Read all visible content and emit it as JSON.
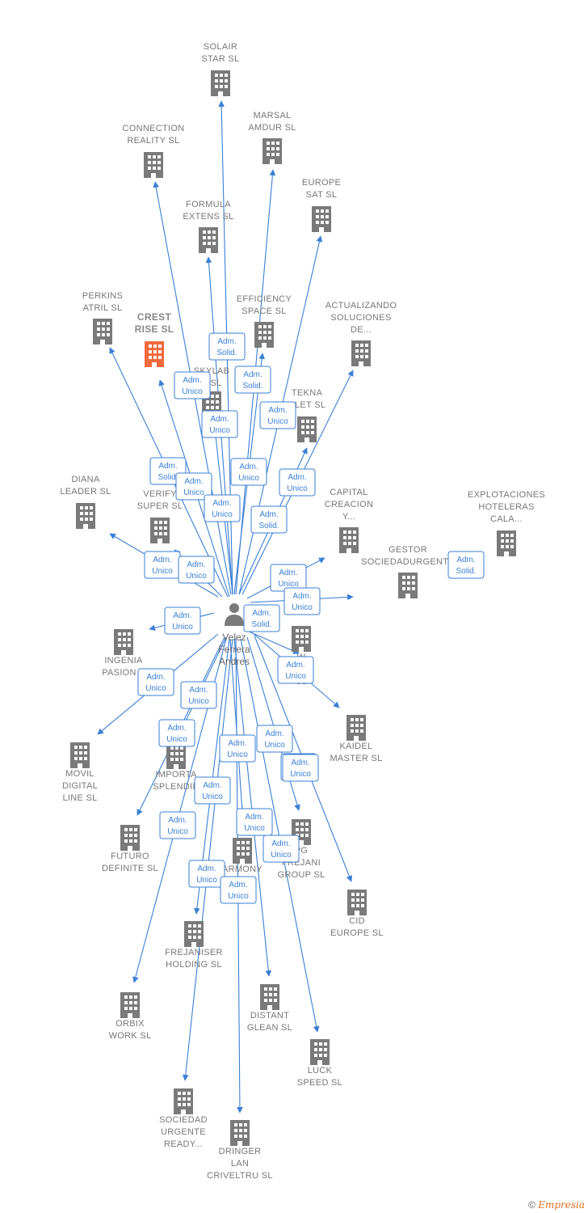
{
  "colors": {
    "edge": "#3a7fd5",
    "building": "#7a7a7a",
    "building_focus": "#f26a3c",
    "person": "#7a7a7a"
  },
  "center": {
    "name_lines": [
      "Velez",
      "Ferrera",
      "Andres"
    ],
    "icon": "person-icon"
  },
  "nodes": [
    {
      "id": "solair",
      "lines": [
        "SOLAIR",
        "STAR  SL"
      ]
    },
    {
      "id": "connection",
      "lines": [
        "CONNECTION",
        "REALITY  SL"
      ]
    },
    {
      "id": "marsal",
      "lines": [
        "MARSAL",
        "AMDUR  SL"
      ]
    },
    {
      "id": "europesat",
      "lines": [
        "EUROPE",
        "SAT  SL"
      ]
    },
    {
      "id": "formula",
      "lines": [
        "FORMULA",
        "EXTENS  SL"
      ]
    },
    {
      "id": "perkins",
      "lines": [
        "PERKINS",
        "ATRIL  SL"
      ]
    },
    {
      "id": "crest",
      "lines": [
        "CREST",
        "RISE  SL"
      ],
      "focus": true
    },
    {
      "id": "efficiency",
      "lines": [
        "EFFICIENCY",
        "SPACE SL"
      ]
    },
    {
      "id": "actualizando",
      "lines": [
        "ACTUALIZANDO",
        "SOLUCIONES",
        "DE..."
      ]
    },
    {
      "id": "skylab",
      "lines": [
        "SKYLAB",
        "E  SL"
      ]
    },
    {
      "id": "tekna",
      "lines": [
        "TEKNA",
        "RLET  SL"
      ]
    },
    {
      "id": "diana",
      "lines": [
        "DIANA",
        "LEADER  SL"
      ]
    },
    {
      "id": "verify",
      "lines": [
        "VERIFY",
        "SUPER  SL"
      ]
    },
    {
      "id": "capital",
      "lines": [
        "CAPITAL",
        "CREACION",
        "Y..."
      ]
    },
    {
      "id": "explotaciones",
      "lines": [
        "EXPLOTACIONES",
        "HOTELERAS",
        "CALA..."
      ]
    },
    {
      "id": "gestor",
      "lines": [
        "GESTOR",
        "SOCIEDADURGENTE"
      ]
    },
    {
      "id": "ingenia",
      "lines": [
        "INGENIA",
        "PASION  S"
      ]
    },
    {
      "id": "wonderful",
      "lines": [
        "W",
        "FUL",
        "SL"
      ]
    },
    {
      "id": "kaidel",
      "lines": [
        "KAIDEL",
        "MASTER  SL"
      ]
    },
    {
      "id": "movil",
      "lines": [
        "MOVIL",
        "DIGITAL",
        "LINE  SL"
      ]
    },
    {
      "id": "important",
      "lines": [
        "IMPORTA",
        "SPLENDID"
      ]
    },
    {
      "id": "futuro",
      "lines": [
        "FUTURO",
        "DEFINITE  SL"
      ]
    },
    {
      "id": "pg",
      "lines": [
        "PG",
        "FREJANI",
        "GROUP  SL"
      ]
    },
    {
      "id": "harmony",
      "lines": [
        "ARMONY",
        "SL"
      ]
    },
    {
      "id": "cid",
      "lines": [
        "CID",
        "EUROPE  SL"
      ]
    },
    {
      "id": "frejaniser",
      "lines": [
        "FREJANISER",
        "HOLDING  SL"
      ]
    },
    {
      "id": "distant",
      "lines": [
        "DISTANT",
        "GLEAN  SL"
      ]
    },
    {
      "id": "orbix",
      "lines": [
        "ORBIX",
        "WORK  SL"
      ]
    },
    {
      "id": "luck",
      "lines": [
        "LUCK",
        "SPEED  SL"
      ]
    },
    {
      "id": "sociedad",
      "lines": [
        "SOCIEDAD",
        "URGENTE",
        "READY..."
      ]
    },
    {
      "id": "dringer",
      "lines": [
        "DRINGER",
        "LAN",
        "CRIVELTRU SL"
      ]
    }
  ],
  "edges": [
    {
      "target": "solair",
      "role": [
        "Adm.",
        "Solid."
      ]
    },
    {
      "target": "connection",
      "role": [
        "Adm.",
        "Unico"
      ]
    },
    {
      "target": "marsal",
      "role": [
        "Adm.",
        "Solid."
      ]
    },
    {
      "target": "europesat",
      "role": [
        "Adm.",
        "Unico"
      ]
    },
    {
      "target": "formula",
      "role": [
        "Adm.",
        "Unico"
      ]
    },
    {
      "target": "perkins",
      "role": [
        "Adm.",
        "Solid."
      ]
    },
    {
      "target": "crest",
      "role": [
        "Adm.",
        "Unico"
      ]
    },
    {
      "target": "efficiency",
      "role": [
        "Adm.",
        "Unico"
      ]
    },
    {
      "target": "actualizando",
      "role": [
        "Adm.",
        "Unico"
      ]
    },
    {
      "target": "skylab",
      "role": [
        "Adm.",
        "Unico"
      ]
    },
    {
      "target": "tekna",
      "role": [
        "Adm.",
        "Solid."
      ]
    },
    {
      "target": "diana",
      "role": [
        "Adm.",
        "Unico"
      ]
    },
    {
      "target": "verify",
      "role": [
        "Adm.",
        "Unico"
      ]
    },
    {
      "target": "capital",
      "role": [
        "Adm.",
        "Unico"
      ]
    },
    {
      "target": "gestor",
      "role": [
        "Adm.",
        "Unico"
      ]
    },
    {
      "target": "explotaciones",
      "role": [
        "Adm.",
        "Solid."
      ]
    },
    {
      "target": "center-solid",
      "role": [
        "Adm.",
        "Solid."
      ]
    },
    {
      "target": "ingenia",
      "role": [
        "Adm.",
        "Unico"
      ]
    },
    {
      "target": "wonderful",
      "role": [
        "Adm.",
        "Unico"
      ]
    },
    {
      "target": "movil",
      "role": [
        "Adm.",
        "Unico"
      ]
    },
    {
      "target": "kaidel",
      "role": [
        "Adm.",
        "Unico"
      ]
    },
    {
      "target": "important",
      "role": [
        "Adm.",
        "Unico"
      ]
    },
    {
      "target": "futuro",
      "role": [
        "Adm.",
        "Unico"
      ]
    },
    {
      "target": "harmony",
      "role": [
        "Adm.",
        "Unico"
      ]
    },
    {
      "target": "pg",
      "role": [
        "Adm.",
        "Unico"
      ]
    },
    {
      "target": "cid",
      "role": [
        "Adm.",
        "Unico"
      ]
    },
    {
      "target": "frejaniser",
      "role": [
        "Adm.",
        "Unico"
      ]
    },
    {
      "target": "orbix",
      "role": [
        "Adm.",
        "Unico"
      ]
    },
    {
      "target": "distant",
      "role": [
        "Adm.",
        "Unico"
      ]
    },
    {
      "target": "luck",
      "role": [
        "Adm.",
        "Unico"
      ]
    },
    {
      "target": "sociedad",
      "role": [
        "Adm.",
        "Unico"
      ]
    },
    {
      "target": "dringer",
      "role": [
        "Adm.",
        "Unico"
      ]
    }
  ],
  "footer": {
    "copyright": "©",
    "brand": "Empresia"
  }
}
